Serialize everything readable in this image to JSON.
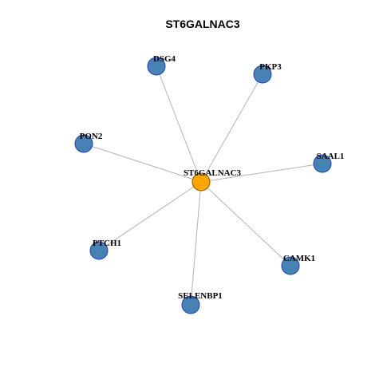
{
  "title": "ST6GALNAC3",
  "colors": {
    "hub_fill": "#ffa500",
    "leaf_fill": "#4682b4",
    "edge": "#b3b3b3"
  },
  "network": {
    "hub": "ST6GALNAC3",
    "neighbors": [
      "DSG4",
      "PKP3",
      "PON2",
      "SAAL1",
      "PTCH1",
      "CAMK1",
      "SELENBP1"
    ],
    "edges": [
      [
        "ST6GALNAC3",
        "DSG4"
      ],
      [
        "ST6GALNAC3",
        "PKP3"
      ],
      [
        "ST6GALNAC3",
        "PON2"
      ],
      [
        "ST6GALNAC3",
        "SAAL1"
      ],
      [
        "ST6GALNAC3",
        "PTCH1"
      ],
      [
        "ST6GALNAC3",
        "CAMK1"
      ],
      [
        "ST6GALNAC3",
        "SELENBP1"
      ]
    ]
  }
}
